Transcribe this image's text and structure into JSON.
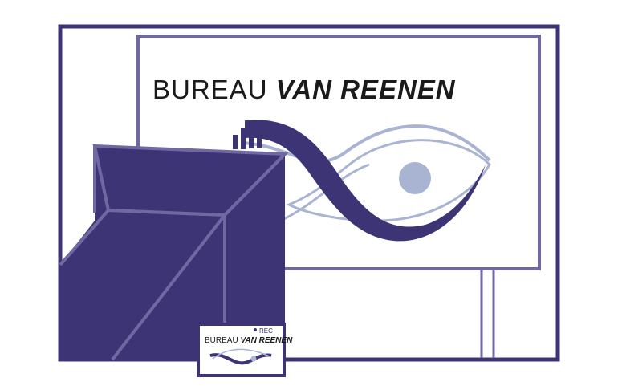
{
  "logo": {
    "word_light": "BUREAU",
    "word_bold": "VAN REENEN"
  },
  "card": {
    "rec_label": "REC",
    "word_light": "BUREAU",
    "word_bold": "VAN REENEN"
  },
  "colors": {
    "primary": "#3d3475",
    "accent_light": "#a9b4d3",
    "frame_stroke": "#3d3475",
    "box_edge": "#6f68a3"
  }
}
